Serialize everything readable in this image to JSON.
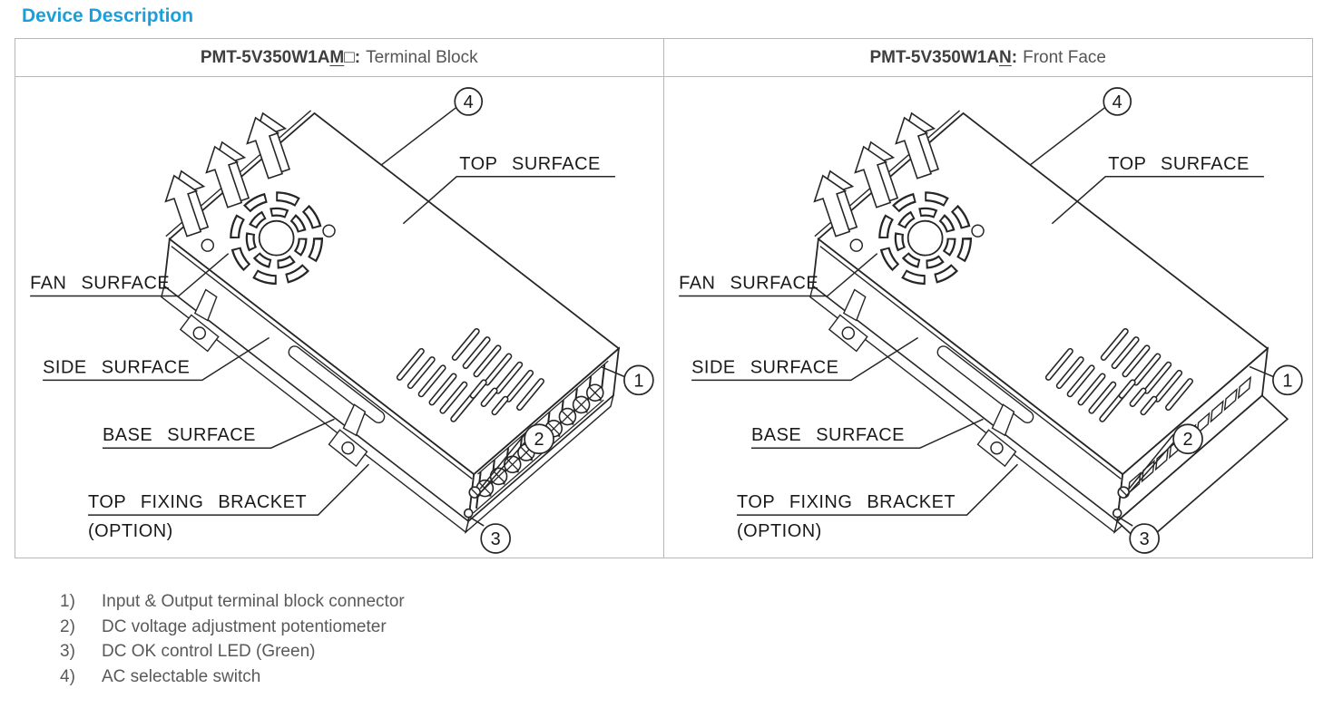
{
  "page": {
    "title": "Device Description"
  },
  "theme": {
    "title_color": "#1a9fdb",
    "header_text_color": "#3f3f3f",
    "body_text_color": "#595959",
    "drawing_line_color": "#262626",
    "table_border_color": "#b7b7b7"
  },
  "table": {
    "panels": [
      {
        "model_prefix": "PMT-5V350W1A",
        "model_letter": "M",
        "model_box": "□",
        "colon": ":",
        "subtitle": "Terminal Block"
      },
      {
        "model_prefix": "PMT-5V350W1A",
        "model_letter": "N",
        "model_box": "",
        "colon": ":",
        "subtitle": "Front Face"
      }
    ]
  },
  "drawing": {
    "labels": {
      "top_surface": "TOP SURFACE",
      "fan_surface": "FAN SURFACE",
      "side_surface": "SIDE SURFACE",
      "base_surface": "BASE SURFACE",
      "top_fixing_bracket": "TOP FIXING BRACKET",
      "option": "(OPTION)"
    },
    "callouts": {
      "n1": "1",
      "n2": "2",
      "n3": "3",
      "n4": "4"
    }
  },
  "legend": {
    "items": [
      {
        "num": "1)",
        "text": "Input & Output terminal block connector"
      },
      {
        "num": "2)",
        "text": "DC voltage adjustment potentiometer"
      },
      {
        "num": "3)",
        "text": "DC OK control LED (Green)"
      },
      {
        "num": "4)",
        "text": "AC selectable switch"
      }
    ]
  }
}
